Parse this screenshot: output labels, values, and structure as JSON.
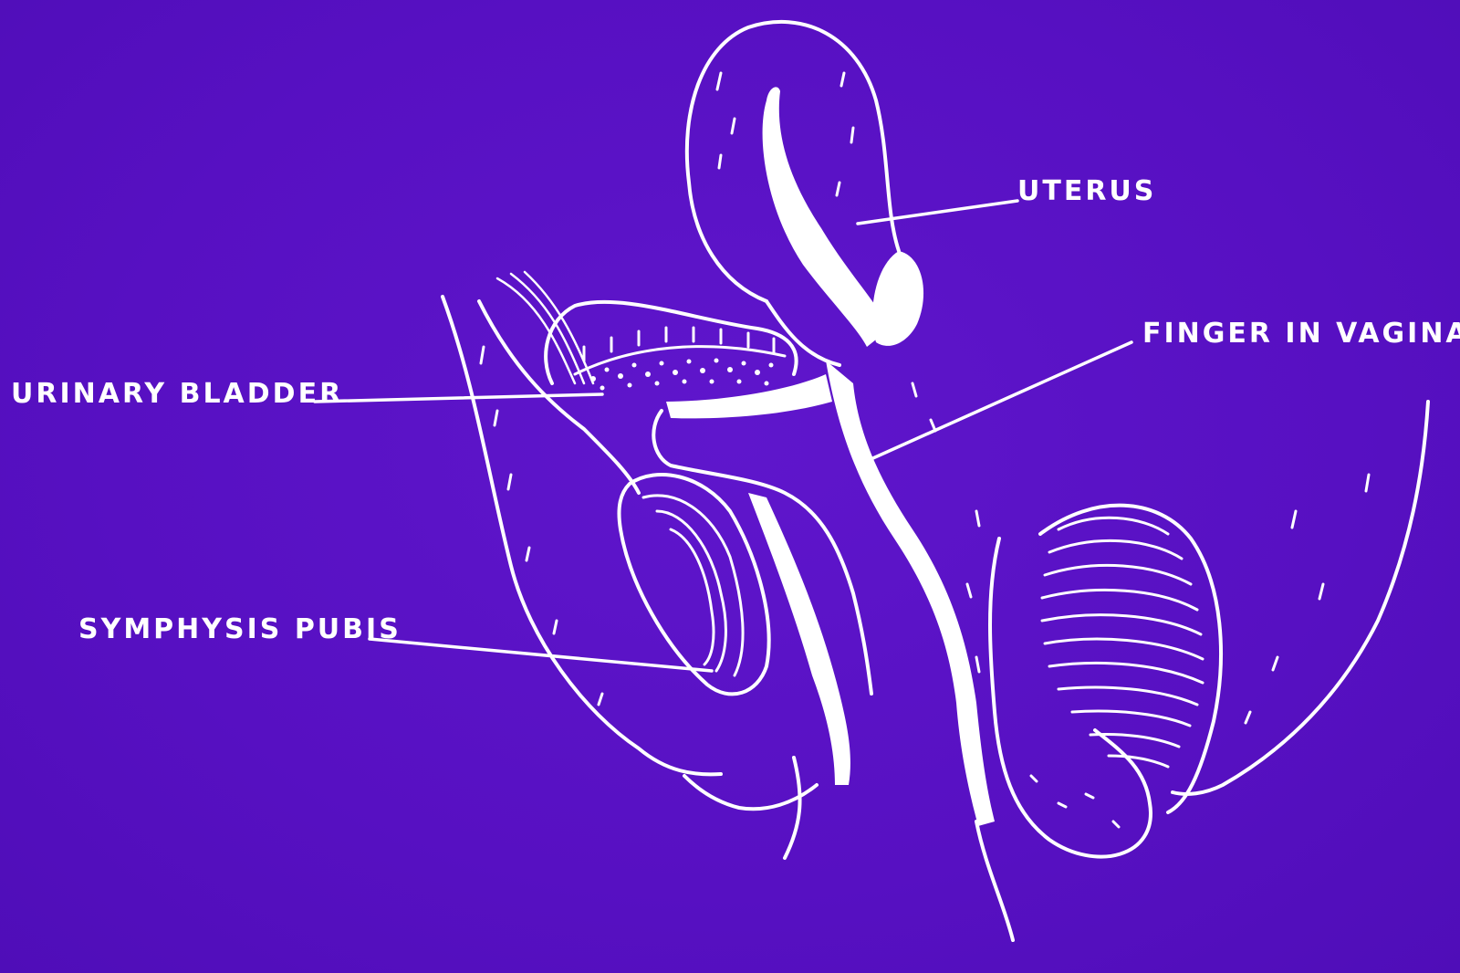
{
  "diagram": {
    "background_color": "#5a12c6",
    "line_color": "#ffffff",
    "labels": {
      "uterus": "UTERUS",
      "finger_in_vagina": "FINGER IN VAGINA",
      "urinary_bladder": "URINARY BLADDER",
      "symphysis_pubis": "SYMPHYSIS PUBIS"
    }
  }
}
